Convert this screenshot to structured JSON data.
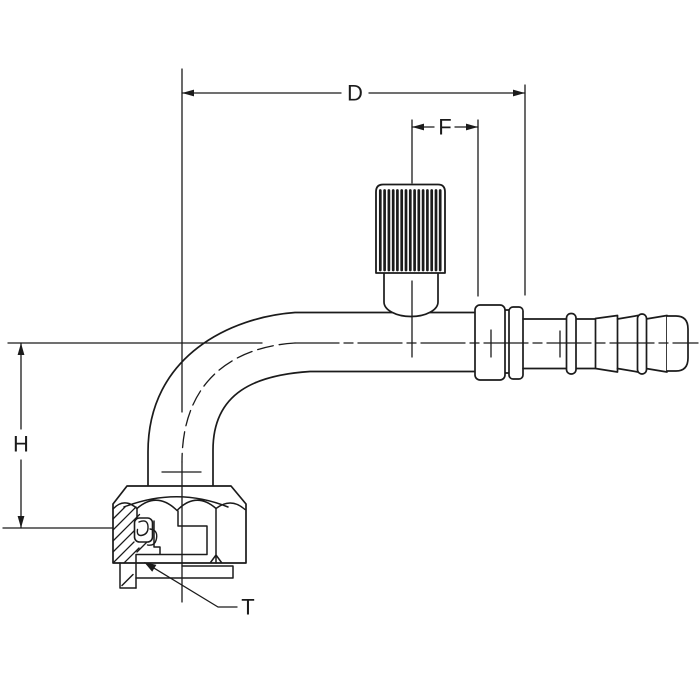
{
  "drawing": {
    "ink_color": "#1b1b1b",
    "background_color": "#ffffff",
    "dimension_labels": {
      "overall_length": "D",
      "port_offset": "F",
      "drop_height": "H",
      "thread": "T"
    }
  }
}
